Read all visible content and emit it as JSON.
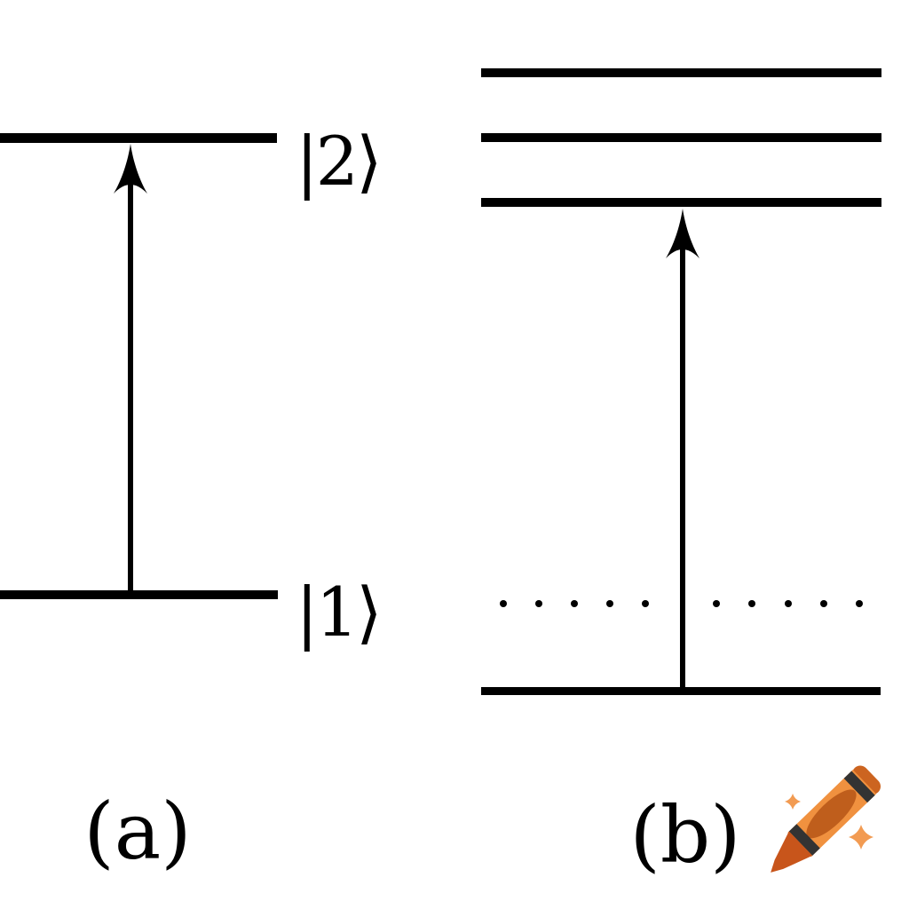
{
  "figure": {
    "background": "#ffffff",
    "ink": "#000000",
    "description": "Two-panel atomic energy level diagram"
  },
  "panel_a": {
    "caption": "(a)",
    "levels": [
      {
        "name": "excited-state",
        "label": "|2⟩"
      },
      {
        "name": "ground-state",
        "label": "|1⟩"
      }
    ],
    "transition": "upward arrow from |1⟩ to |2⟩"
  },
  "panel_b": {
    "caption": "(b)",
    "upper_level_count": 3,
    "dotted_separator_dot_count": 10,
    "transition": "upward arrow from ground level to lowest of the three upper levels"
  },
  "watermark": {
    "icon": "crayon-emoji",
    "colors": {
      "body": "#F0913F",
      "back_cap": "#CC6420",
      "tip": "#C8551B",
      "band": "#333333",
      "oval": "#BF5E1C",
      "sparkle": "#F29B52"
    }
  }
}
